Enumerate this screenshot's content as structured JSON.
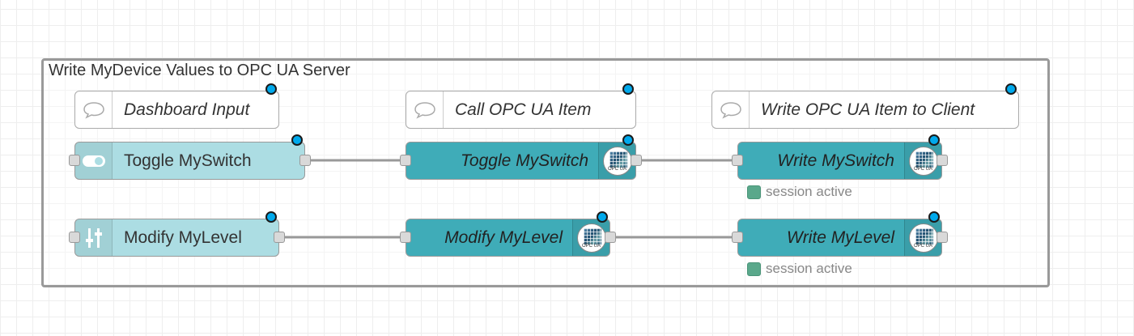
{
  "group": {
    "label": "Write MyDevice Values to OPC UA Server"
  },
  "comments": [
    {
      "label": "Dashboard Input",
      "icon": "speech-bubble-icon"
    },
    {
      "label": "Call OPC UA Item",
      "icon": "speech-bubble-icon"
    },
    {
      "label": "Write OPC UA Item to Client",
      "icon": "speech-bubble-icon"
    }
  ],
  "ui_nodes": [
    {
      "label": "Toggle MySwitch",
      "icon": "toggle-switch-icon"
    },
    {
      "label": "Modify MyLevel",
      "icon": "sliders-icon"
    }
  ],
  "opc_nodes": [
    {
      "label": "Toggle MySwitch",
      "logo_text": "OPC UA"
    },
    {
      "label": "Modify MyLevel",
      "logo_text": "OPC UA"
    },
    {
      "label": "Write MySwitch",
      "logo_text": "OPC UA",
      "status": "session active"
    },
    {
      "label": "Write MyLevel",
      "logo_text": "OPC UA",
      "status": "session active"
    }
  ],
  "colors": {
    "ui_node": "#acdde3",
    "opc_node": "#3facb8",
    "changed_indicator": "#00a9ec",
    "status_active": "#5aa88b",
    "wire": "#999999"
  }
}
